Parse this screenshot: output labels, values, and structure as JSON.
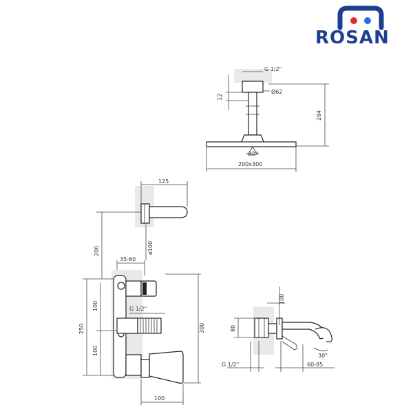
{
  "brand": {
    "name": "ROSAN",
    "colors": {
      "primary": "#1c3f8f",
      "red": "#e02b2b",
      "blue": "#2b6de0"
    }
  },
  "labels": {
    "head_thread": "G 1/2\"",
    "head_dia": "Ø62",
    "head_12": "12",
    "head_height": "284",
    "head_angle": "30°",
    "head_size": "200x300",
    "spout_length": "125",
    "spout_dia": "ø100",
    "spout_height": "200",
    "depth": "35-60",
    "valve_thread": "G 1/2\"",
    "valve_100a": "100",
    "valve_250": "250",
    "valve_100b": "100",
    "valve_300": "300",
    "valve_100c": "100",
    "tub_100": "100",
    "tub_80": "80",
    "tub_angle": "30°",
    "tub_thread": "G 1/2\"",
    "tub_range": "60-85"
  }
}
